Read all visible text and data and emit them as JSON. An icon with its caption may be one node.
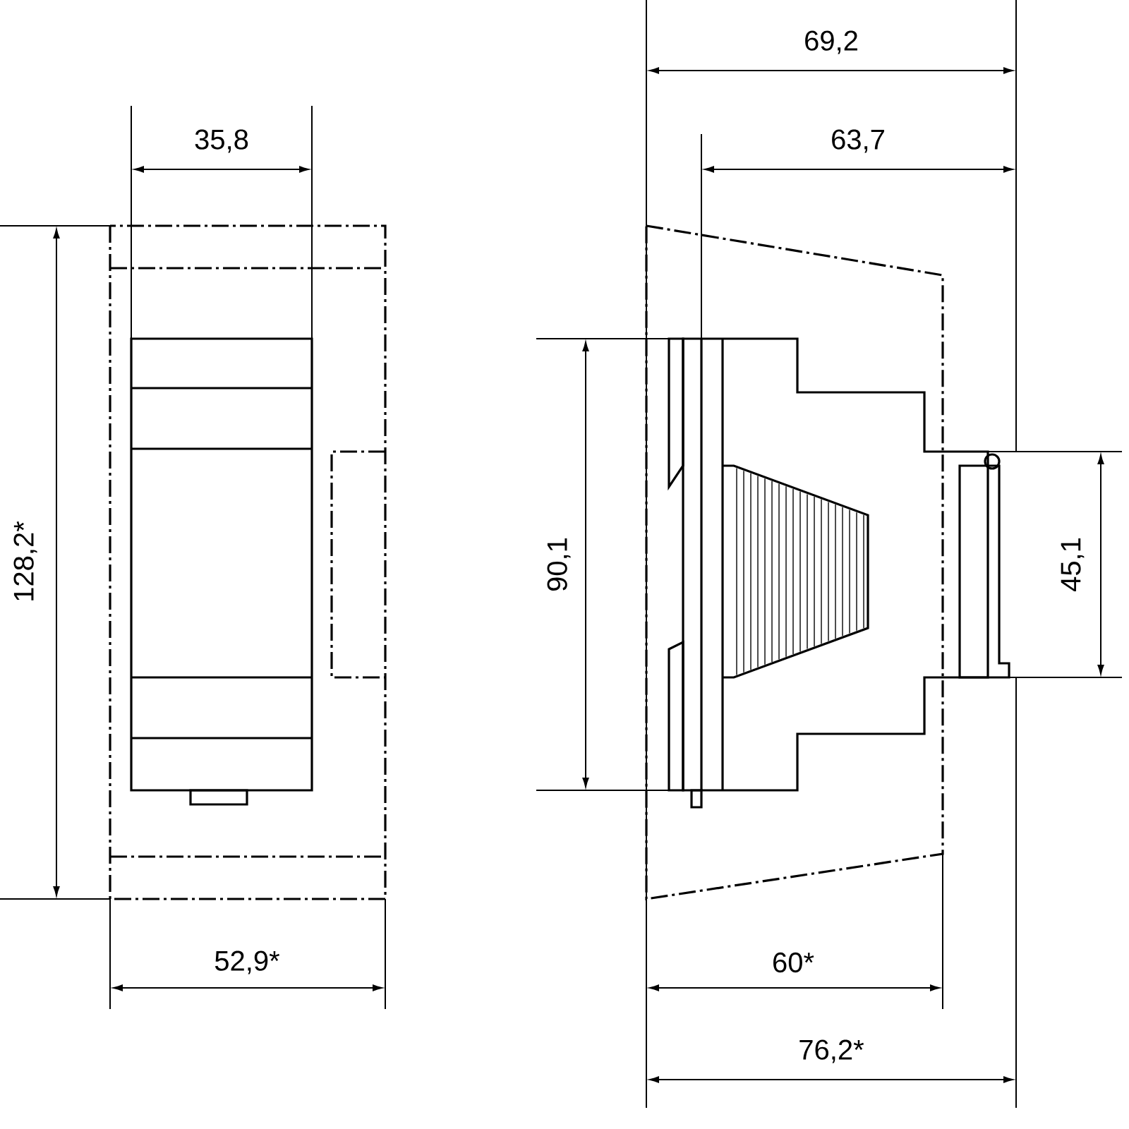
{
  "diagram": {
    "labels": [
      "69,2",
      "35,8",
      "63,7",
      "128,2*",
      "90,1",
      "45,1",
      "52,9*",
      "60*",
      "76,2*"
    ]
  }
}
